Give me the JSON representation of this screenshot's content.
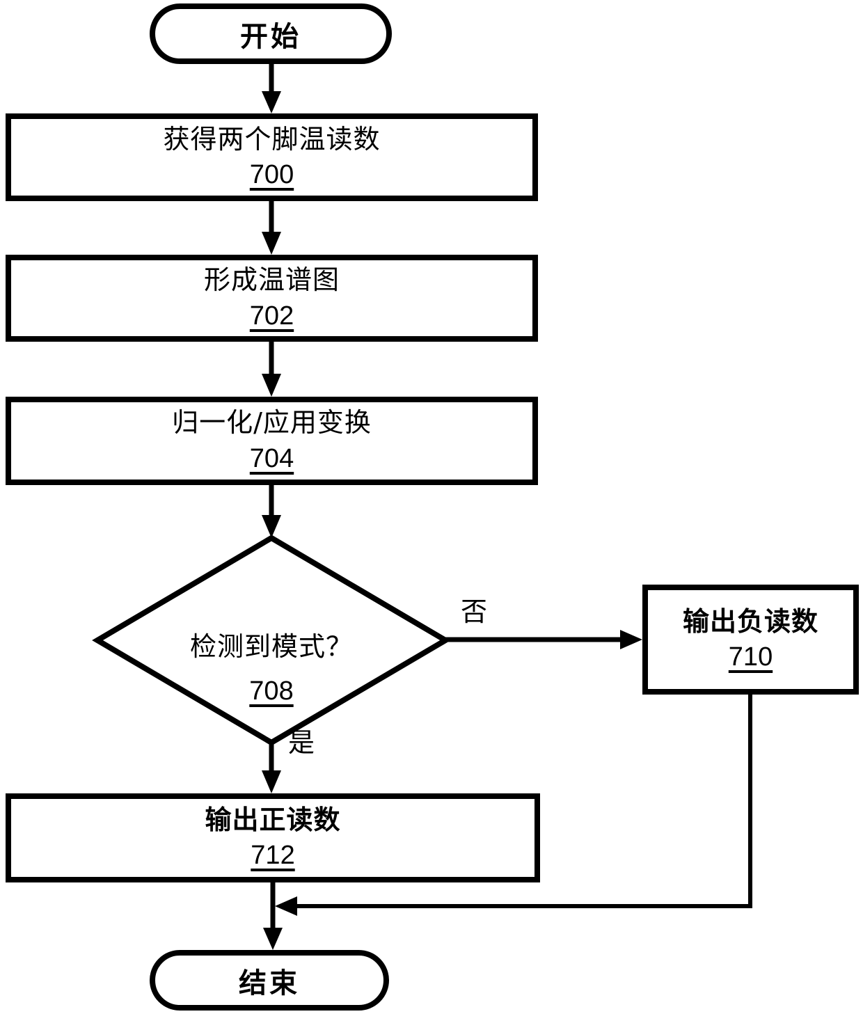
{
  "colors": {
    "line": "#000000",
    "background": "#ffffff"
  },
  "nodes": {
    "start": {
      "label": "开始",
      "type": "terminator"
    },
    "obtain": {
      "label": "获得两个脚温读数",
      "ref": "700",
      "type": "process"
    },
    "thermogram": {
      "label": "形成温谱图",
      "ref": "702",
      "type": "process"
    },
    "normalize": {
      "label": "归一化/应用变换",
      "ref": "704",
      "type": "process"
    },
    "decision": {
      "label": "检测到模式？",
      "ref": "708",
      "type": "decision"
    },
    "negative": {
      "label": "输出负读数",
      "ref": "710",
      "type": "process"
    },
    "positive": {
      "label": "输出正读数",
      "ref": "712",
      "type": "process"
    },
    "end": {
      "label": "结束",
      "type": "terminator"
    }
  },
  "edges": {
    "no": {
      "label": "否"
    },
    "yes": {
      "label": "是"
    }
  }
}
